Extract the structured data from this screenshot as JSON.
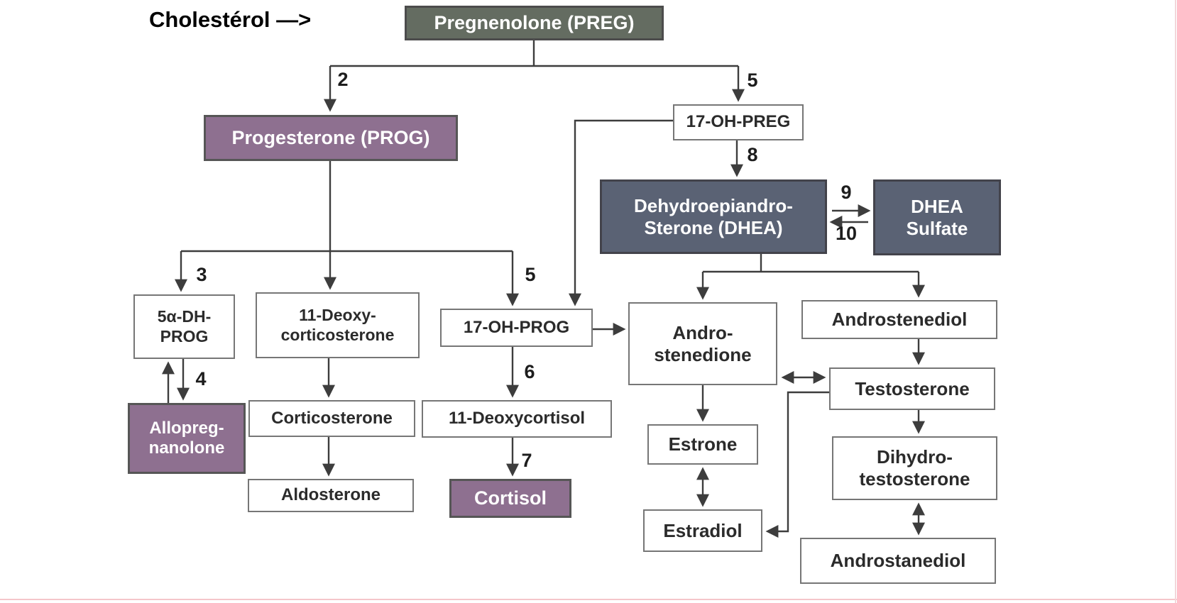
{
  "title": {
    "cholesterol_label": "Cholestérol —>"
  },
  "colors": {
    "node_green": "#646c61",
    "node_purple": "#8e7090",
    "node_slate": "#5a6274",
    "node_white": "#ffffff",
    "connector": "#3d3d3d",
    "frame_pink": "#f5c6ca"
  },
  "nodes": {
    "pregnenolone": {
      "label": "Pregnenolone (PREG)",
      "style": "green"
    },
    "progesterone": {
      "label": "Progesterone (PROG)",
      "style": "purple"
    },
    "oh_preg": {
      "label": "17-OH-PREG",
      "style": "white"
    },
    "dhea": {
      "label": "Dehydroepiandro-\nSterone (DHEA)",
      "style": "slate"
    },
    "dhea_sulfate": {
      "label": "DHEA\nSulfate",
      "style": "slate"
    },
    "dh_prog": {
      "label": "5α-DH-\nPROG",
      "style": "white"
    },
    "deoxycorticosterone": {
      "label": "11-Deoxy-\ncorticosterone",
      "style": "white"
    },
    "oh_prog": {
      "label": "17-OH-PROG",
      "style": "white"
    },
    "androstenedione": {
      "label": "Andro-\nstenedione",
      "style": "white"
    },
    "androstenediol": {
      "label": "Androstenediol",
      "style": "white"
    },
    "allopregnanolone": {
      "label": "Allopreg-\nnanolone",
      "style": "purple"
    },
    "corticosterone": {
      "label": "Corticosterone",
      "style": "white"
    },
    "deoxycortisol": {
      "label": "11-Deoxycortisol",
      "style": "white"
    },
    "testosterone": {
      "label": "Testosterone",
      "style": "white"
    },
    "estrone": {
      "label": "Estrone",
      "style": "white"
    },
    "dihydrotestosterone": {
      "label": "Dihydro-\ntestosterone",
      "style": "white"
    },
    "aldosterone": {
      "label": "Aldosterone",
      "style": "white"
    },
    "cortisol": {
      "label": "Cortisol",
      "style": "purple"
    },
    "estradiol": {
      "label": "Estradiol",
      "style": "white"
    },
    "androstanediol": {
      "label": "Androstanediol",
      "style": "white"
    }
  },
  "step_labels": {
    "preg_to_prog": "2",
    "preg_to_ohpreg": "5",
    "prog_to_dhprog": "3",
    "dhprog_allopreg": "4",
    "prog_to_ohprog": "5",
    "ohprog_to_deoxycortisol": "6",
    "deoxycortisol_to_cortisol": "7",
    "ohpreg_to_dhea": "8",
    "dhea_to_sulfate": "9",
    "sulfate_to_dhea": "10"
  },
  "edges": [
    "Pregnenolone (PREG) -> Progesterone (PROG) [2]",
    "Pregnenolone (PREG) -> 17-OH-PREG [5]",
    "17-OH-PREG -> Dehydroepiandrosterone (DHEA) [8]",
    "DHEA <-> DHEA Sulfate [9,10]",
    "17-OH-PREG -> 17-OH-PROG",
    "Progesterone -> 5α-DH-PROG [3]",
    "Progesterone -> 11-Deoxy-corticosterone",
    "Progesterone -> 17-OH-PROG [5]",
    "5α-DH-PROG <-> Allopregnanolone [4]",
    "11-Deoxy-corticosterone -> Corticosterone",
    "Corticosterone -> Aldosterone",
    "17-OH-PROG -> 11-Deoxycortisol [6]",
    "11-Deoxycortisol -> Cortisol [7]",
    "17-OH-PROG -> Androstenedione",
    "DHEA -> Androstenedione",
    "DHEA -> Androstenediol",
    "Androstenedione <-> Testosterone",
    "Androstenediol -> Testosterone",
    "Androstenedione -> Estrone",
    "Estrone <-> Estradiol",
    "Testosterone -> Estradiol",
    "Testosterone -> Dihydrotestosterone",
    "Dihydrotestosterone <-> Androstanediol"
  ]
}
